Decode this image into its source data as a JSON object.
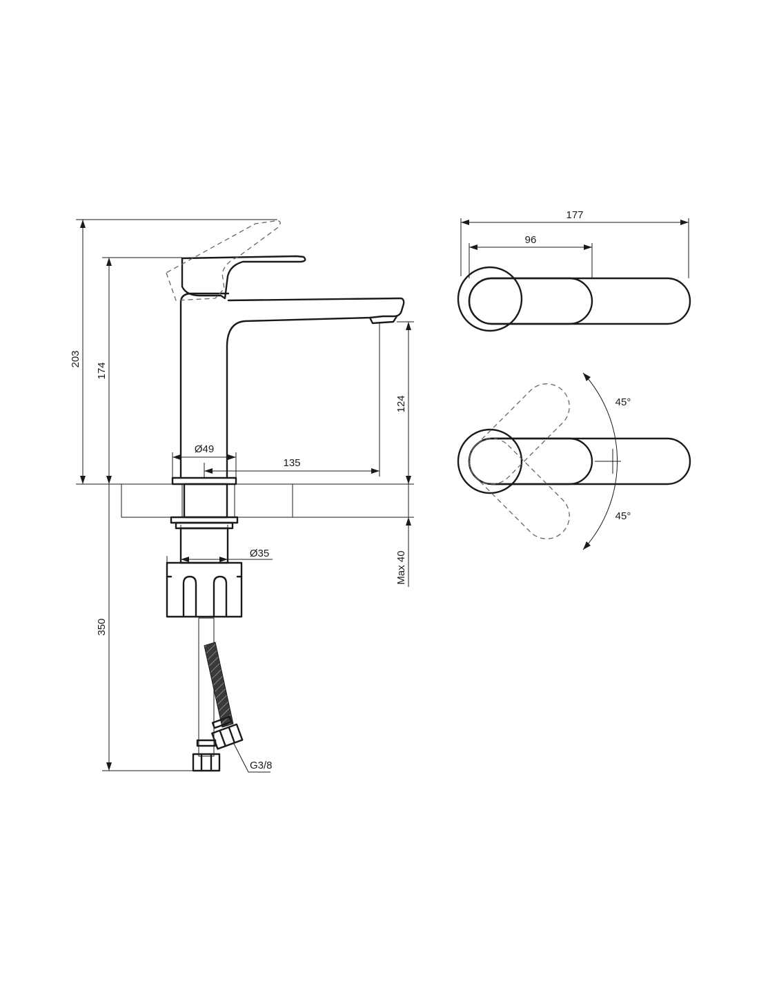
{
  "dimensions": {
    "total_height": "203",
    "body_height": "174",
    "spout_height": "124",
    "base_diameter": "Ø49",
    "spout_reach": "135",
    "shank_diameter": "Ø35",
    "max_thickness": "Max 40",
    "hose_length": "350",
    "thread": "G3/8",
    "top_width": "177",
    "handle_width": "96",
    "angle_up": "45°",
    "angle_down": "45°"
  }
}
